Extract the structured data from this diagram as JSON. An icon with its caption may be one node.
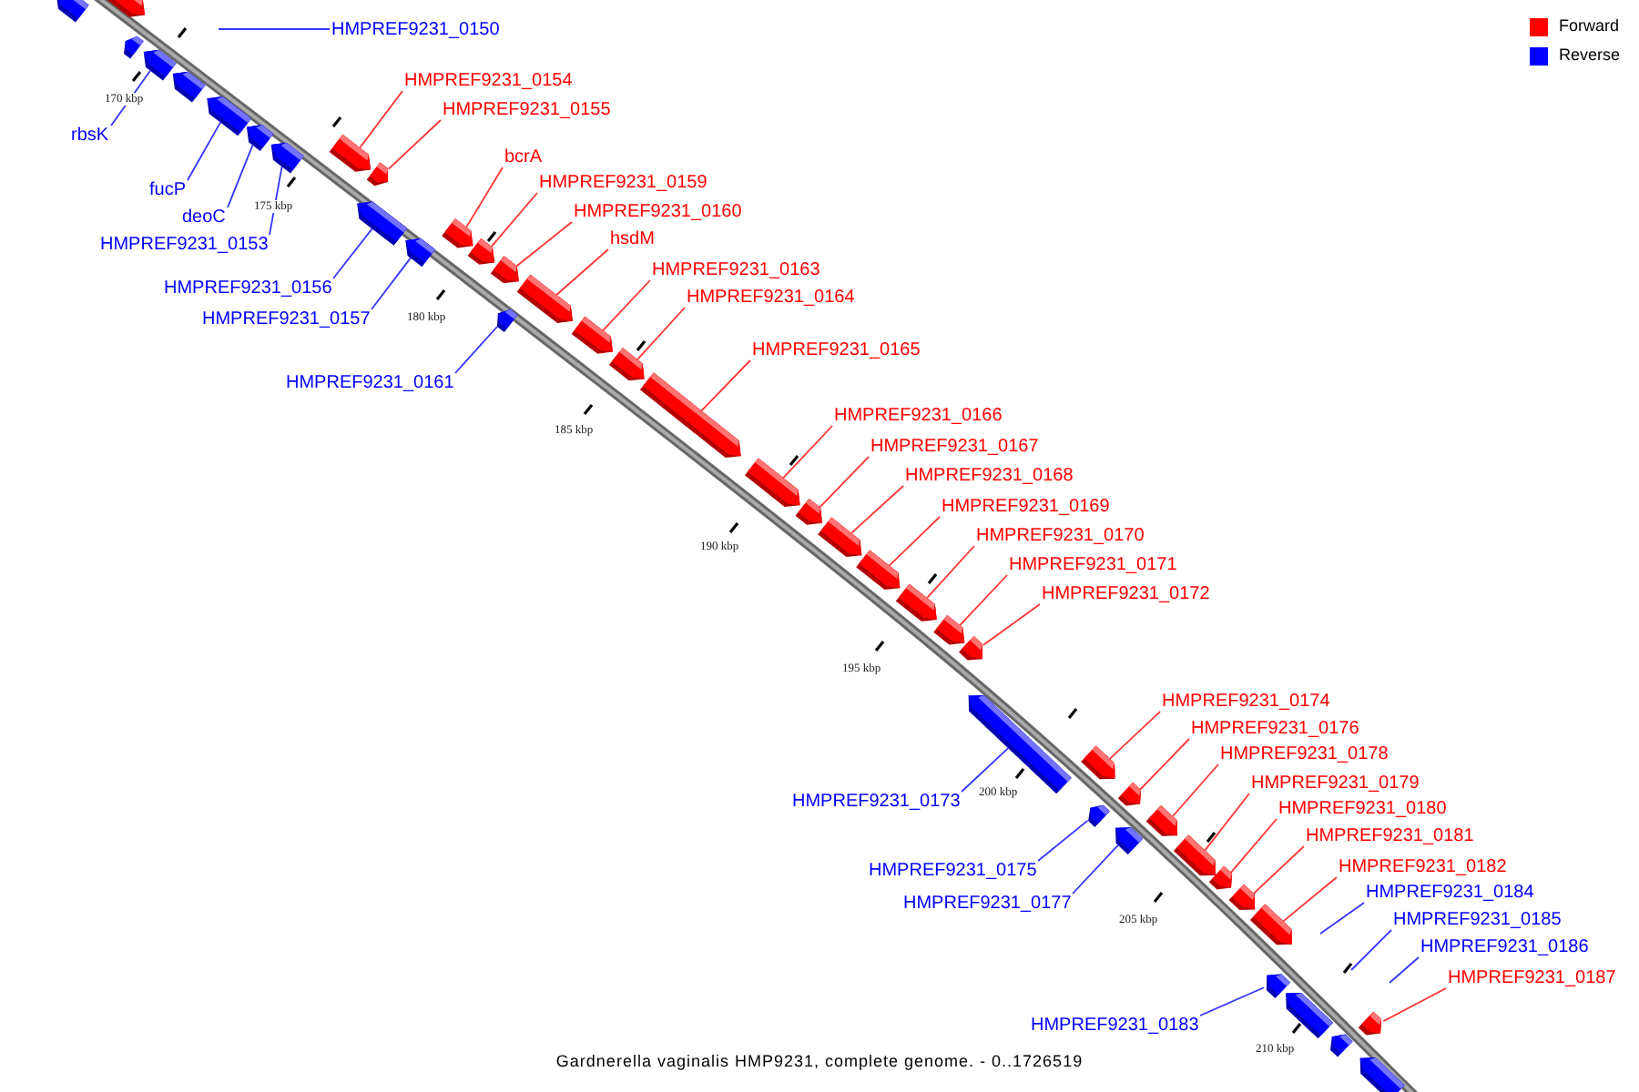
{
  "diagram": {
    "caption": "Gardnerella vaginalis HMP9231, complete genome. - 0..1726519",
    "nodes": [
      {
        "text": [
          "HMPREF9231_0150"
        ]
      },
      {
        "text": [
          "HMPREF9231_0154"
        ]
      },
      {
        "text": [
          "HMPREF9231_0155"
        ]
      },
      {
        "text": [
          "rbsK"
        ]
      },
      {
        "text": [
          "bcrA"
        ]
      },
      {
        "text": [
          "HMPREF9231_0159"
        ]
      },
      {
        "text": [
          "fucP"
        ]
      },
      {
        "text": [
          "HMPREF9231_0160"
        ]
      },
      {
        "text": [
          "deoC"
        ]
      },
      {
        "text": [
          "hsdM"
        ]
      },
      {
        "text": [
          "HMPREF9231_0153"
        ]
      },
      {
        "text": [
          "HMPREF9231_0163"
        ]
      },
      {
        "text": [
          "HMPREF9231_0156"
        ]
      },
      {
        "text": [
          "HMPREF9231_0164"
        ]
      },
      {
        "text": [
          "HMPREF9231_0157"
        ]
      },
      {
        "text": [
          "HMPREF9231_0165"
        ]
      },
      {
        "text": [
          "HMPREF9231_0161"
        ]
      },
      {
        "text": [
          "HMPREF9231_0166"
        ]
      },
      {
        "text": [
          "HMPREF9231_0167"
        ]
      },
      {
        "text": [
          "HMPREF9231_0168"
        ]
      },
      {
        "text": [
          "HMPREF9231_0169"
        ]
      },
      {
        "text": [
          "HMPREF9231_0170"
        ]
      },
      {
        "text": [
          "HMPREF9231_0171"
        ]
      },
      {
        "text": [
          "HMPREF9231_0172"
        ]
      },
      {
        "text": [
          "HMPREF9231_0174"
        ]
      },
      {
        "text": [
          "HMPREF9231_0176"
        ]
      },
      {
        "text": [
          "HMPREF9231_0178"
        ]
      },
      {
        "text": [
          "HMPREF9231_0179"
        ]
      },
      {
        "text": [
          "HMPREF9231_0173"
        ]
      },
      {
        "text": [
          "HMPREF9231_0180"
        ]
      },
      {
        "text": [
          "HMPREF9231_0181"
        ]
      },
      {
        "text": [
          "HMPREF9231_0182"
        ]
      },
      {
        "text": [
          "HMPREF9231_0175"
        ]
      },
      {
        "text": [
          "HMPREF9231_0184"
        ]
      },
      {
        "text": [
          "HMPREF9231_0177"
        ]
      },
      {
        "text": [
          "HMPREF9231_0185"
        ]
      },
      {
        "text": [
          "HMPREF9231_0186"
        ]
      },
      {
        "text": [
          "HMPREF9231_0187"
        ]
      },
      {
        "text": [
          "HMPREF9231_0183"
        ]
      },
      {
        "text": [],
        "shape": "bar"
      },
      {
        "text": [],
        "shape": "bar"
      },
      {
        "text": [],
        "shape": "bar"
      },
      {
        "text": [],
        "shape": "bar"
      },
      {
        "text": [],
        "shape": "bar"
      },
      {
        "text": [],
        "shape": "bar"
      },
      {
        "text": [],
        "shape": "bar"
      },
      {
        "text": [],
        "shape": "bar"
      },
      {
        "text": [],
        "shape": "bar"
      },
      {
        "text": [],
        "shape": "bar"
      },
      {
        "text": [],
        "shape": "bar"
      },
      {
        "text": [],
        "shape": "bar"
      },
      {
        "text": [],
        "shape": "bar"
      },
      {
        "text": [],
        "shape": "bar"
      },
      {
        "text": [],
        "shape": "bar"
      },
      {
        "text": [],
        "shape": "bar"
      },
      {
        "text": [],
        "shape": "bar"
      },
      {
        "text": [],
        "shape": "bar"
      },
      {
        "text": [],
        "shape": "bar"
      },
      {
        "text": [],
        "shape": "bar"
      },
      {
        "text": [],
        "shape": "bar"
      },
      {
        "text": [],
        "shape": "bar"
      },
      {
        "text": [],
        "shape": "bar"
      },
      {
        "text": [],
        "shape": "bar"
      },
      {
        "text": [],
        "shape": "bar"
      },
      {
        "text": [],
        "shape": "bar"
      },
      {
        "text": [],
        "shape": "bar"
      },
      {
        "text": [],
        "shape": "bar"
      },
      {
        "text": [],
        "shape": "bar"
      },
      {
        "text": [],
        "shape": "bar"
      },
      {
        "text": [],
        "shape": "bar"
      },
      {
        "text": [],
        "shape": "bar"
      },
      {
        "text": [],
        "shape": "bar"
      },
      {
        "text": [],
        "shape": "bar"
      },
      {
        "text": [],
        "shape": "bar"
      },
      {
        "text": [],
        "shape": "bar"
      },
      {
        "text": [],
        "shape": "bar"
      },
      {
        "text": [],
        "shape": "bar"
      },
      {
        "text": [],
        "shape": "bar"
      },
      {
        "text": [],
        "shape": "bar"
      },
      {
        "text": [],
        "shape": "bar"
      },
      {
        "text": [],
        "shape": "bar"
      }
    ],
    "edges": [
      {
        "from": 0,
        "to": null,
        "arrow": "none",
        "color": "#3333ff"
      },
      {
        "from": 1,
        "to": 43,
        "arrow": "none"
      },
      {
        "from": 2,
        "to": 44,
        "arrow": "none"
      },
      {
        "from": 3,
        "to": 39,
        "arrow": "none",
        "color": "#3333ff"
      },
      {
        "from": 4,
        "to": 47,
        "arrow": "none"
      },
      {
        "from": 5,
        "to": 48,
        "arrow": "none"
      },
      {
        "from": 6,
        "to": 40,
        "arrow": "none",
        "color": "#3333ff"
      },
      {
        "from": 7,
        "to": 49,
        "arrow": "none"
      },
      {
        "from": 8,
        "to": 41,
        "arrow": "none",
        "color": "#3333ff"
      },
      {
        "from": 9,
        "to": 51,
        "arrow": "none"
      },
      {
        "from": 10,
        "to": 42,
        "arrow": "none",
        "color": "#3333ff"
      },
      {
        "from": 11,
        "to": 52,
        "arrow": "none"
      },
      {
        "from": 12,
        "to": 45,
        "arrow": "none",
        "color": "#3333ff"
      },
      {
        "from": 13,
        "to": 53,
        "arrow": "none"
      },
      {
        "from": 14,
        "to": 46,
        "arrow": "none",
        "color": "#3333ff"
      },
      {
        "from": 15,
        "to": 54,
        "arrow": "none"
      },
      {
        "from": 16,
        "to": 50,
        "arrow": "none",
        "color": "#3333ff"
      },
      {
        "from": 17,
        "to": 55,
        "arrow": "none"
      },
      {
        "from": 18,
        "to": 56,
        "arrow": "none"
      },
      {
        "from": 19,
        "to": 57,
        "arrow": "none"
      },
      {
        "from": 20,
        "to": 58,
        "arrow": "none"
      },
      {
        "from": 21,
        "to": 59,
        "arrow": "none"
      },
      {
        "from": 22,
        "to": 60,
        "arrow": "none"
      },
      {
        "from": 23,
        "to": 61,
        "arrow": "none"
      },
      {
        "from": 24,
        "to": 63,
        "arrow": "none"
      },
      {
        "from": 25,
        "to": 65,
        "arrow": "none"
      },
      {
        "from": 26,
        "to": 67,
        "arrow": "none"
      },
      {
        "from": 27,
        "to": 68,
        "arrow": "none"
      },
      {
        "from": 28,
        "to": 62,
        "arrow": "none",
        "color": "#3333ff"
      },
      {
        "from": 29,
        "to": 69,
        "arrow": "none"
      },
      {
        "from": 30,
        "to": 70,
        "arrow": "none"
      },
      {
        "from": 31,
        "to": 71,
        "arrow": "none"
      },
      {
        "from": 32,
        "to": 64,
        "arrow": "none",
        "color": "#3333ff"
      },
      {
        "from": 33,
        "to": null,
        "arrow": "none",
        "color": "#3333ff"
      },
      {
        "from": 34,
        "to": 66,
        "arrow": "none",
        "color": "#3333ff"
      },
      {
        "from": 35,
        "to": null,
        "arrow": "none",
        "color": "#3333ff"
      },
      {
        "from": 36,
        "to": null,
        "arrow": "none",
        "color": "#3333ff"
      },
      {
        "from": 37,
        "to": 73,
        "arrow": "none"
      },
      {
        "from": 38,
        "to": 72,
        "arrow": "none",
        "color": "#3333ff"
      }
    ],
    "labels": [
      "170 kbp",
      "175 kbp",
      "180 kbp",
      "185 kbp",
      "190 kbp",
      "195 kbp",
      "200 kbp",
      "205 kbp",
      "210 kbp"
    ],
    "legend": [
      {
        "text": "Forward",
        "color": "#ff0000"
      },
      {
        "text": "Reverse",
        "color": "#0000ff"
      }
    ]
  }
}
